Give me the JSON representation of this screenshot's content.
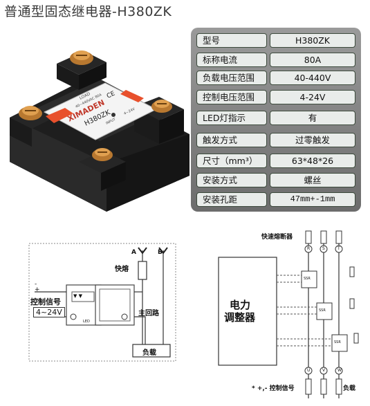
{
  "title": "普通型固态继电器-H380ZK",
  "specs": [
    {
      "key": "型号",
      "value": "H380ZK",
      "mono": false
    },
    {
      "key": "标称电流",
      "value": "80A",
      "mono": false
    },
    {
      "key": "负载电压范围",
      "value": "40-440V",
      "mono": false
    },
    {
      "key": "控制电压范围",
      "value": "4-24V",
      "mono": false
    },
    {
      "key": "LED灯指示",
      "value": "有",
      "mono": false
    },
    {
      "key": "触发方式",
      "value": "过零触发",
      "mono": false
    },
    {
      "key": "尺寸（mm³）",
      "value": "63*48*26",
      "mono": false
    },
    {
      "key": "安装方式",
      "value": "螺丝",
      "mono": false
    },
    {
      "key": "安装孔距",
      "value": "47mm+-1mm",
      "mono": true
    }
  ],
  "product_label": {
    "brand": "XIMADEN",
    "model": "H380ZK",
    "load": "LOAD",
    "load_spec": "40~440VAC  80A",
    "input": "INPUT",
    "input_range": "4~24V",
    "ce": "CE"
  },
  "left_diagram": {
    "phase_a": "A",
    "phase_b": "B",
    "fuse": "快熔",
    "control_signal": "控制信号",
    "voltage": "4~24V",
    "main_circuit": "主回路",
    "load": "负载",
    "minus": "-",
    "plus": "+",
    "ssr_mark": "▼ ▼",
    "led_text": "LED"
  },
  "right_diagram": {
    "fast_fuse": "快速熔断器",
    "power_regulator_line1": "电力",
    "power_regulator_line2": "调整器",
    "control_signal": "* +,- 控制信号",
    "load": "负载",
    "phase_top": [
      "R",
      "S",
      "T"
    ],
    "phase_bottom": [
      "U",
      "V",
      "W"
    ],
    "ssr": "SSR"
  }
}
